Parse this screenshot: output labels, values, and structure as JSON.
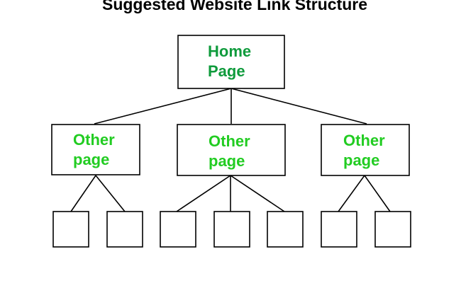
{
  "title": "Suggested Website Link Structure",
  "colors": {
    "home_text": "#0f9b3c",
    "other_text": "#22cc22",
    "stroke": "#000000"
  },
  "home": {
    "line1": "Home",
    "line2": "Page"
  },
  "children": [
    {
      "line1": "Other",
      "line2": "page",
      "subpage_count": 2
    },
    {
      "line1": "Other",
      "line2": "page",
      "subpage_count": 3
    },
    {
      "line1": "Other",
      "line2": "page",
      "subpage_count": 2
    }
  ]
}
